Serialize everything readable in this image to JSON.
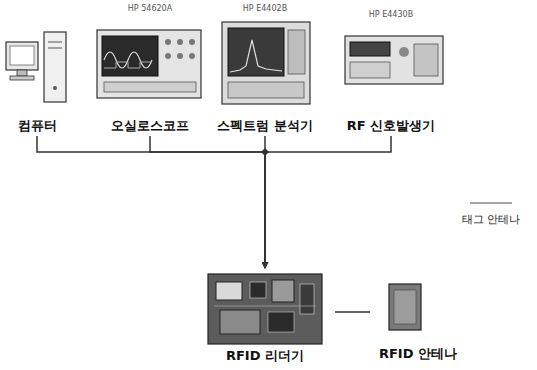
{
  "diagram": {
    "nodes": [
      {
        "text": [
          "컴퓨터"
        ]
      },
      {
        "text": [
          "HP 54620A",
          "오실로스코프"
        ]
      },
      {
        "text": [
          "HP E4402B",
          "스펙트럼 분석기"
        ]
      },
      {
        "text": [
          "HP E4430B",
          "RF 신호발생기"
        ]
      },
      {
        "text": [
          "RFID 리더기"
        ]
      },
      {
        "text": [
          "RFID 안테나"
        ]
      }
    ],
    "edges": [
      {
        "from": 0,
        "to": 4,
        "arrow": "to"
      },
      {
        "from": 1,
        "to": 4,
        "arrow": "to"
      },
      {
        "from": 2,
        "to": 4,
        "arrow": "to"
      },
      {
        "from": 3,
        "to": 4,
        "arrow": "to"
      },
      {
        "from": 4,
        "to": 5,
        "arrow": "none"
      }
    ],
    "labels": [
      "태그 안테나"
    ]
  }
}
